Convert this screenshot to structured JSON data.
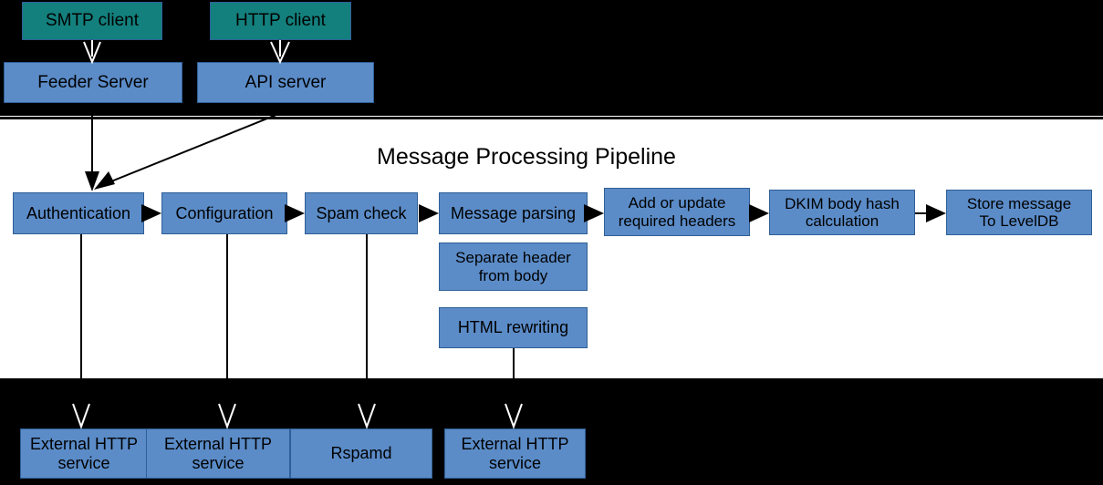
{
  "diagram": {
    "title": "Message Processing Pipeline",
    "colors": {
      "blue": "#5b8cc8",
      "teal": "#13807d",
      "border": "#2f5f96",
      "band": "#000000",
      "text": "#000000",
      "arrow_dark": "#000000",
      "arrow_light": "#ffffff"
    },
    "clients": [
      {
        "label": "SMTP client"
      },
      {
        "label": "HTTP client"
      }
    ],
    "servers": [
      {
        "label": "Feeder Server"
      },
      {
        "label": "API server"
      }
    ],
    "pipeline": [
      {
        "label": "Authentication"
      },
      {
        "label": "Configuration"
      },
      {
        "label": "Spam check"
      },
      {
        "label": "Message parsing"
      },
      {
        "label": "Add or update\nrequired headers"
      },
      {
        "label": "DKIM body hash\ncalculation"
      },
      {
        "label": "Store message\nTo LevelDB"
      }
    ],
    "sub_steps": [
      {
        "label": "Separate header\nfrom body"
      },
      {
        "label": "HTML rewriting"
      }
    ],
    "externals": [
      {
        "label": "External HTTP\nservice"
      },
      {
        "label": "External HTTP\nservice"
      },
      {
        "label": "Rspamd"
      },
      {
        "label": "External HTTP\nservice"
      }
    ]
  }
}
